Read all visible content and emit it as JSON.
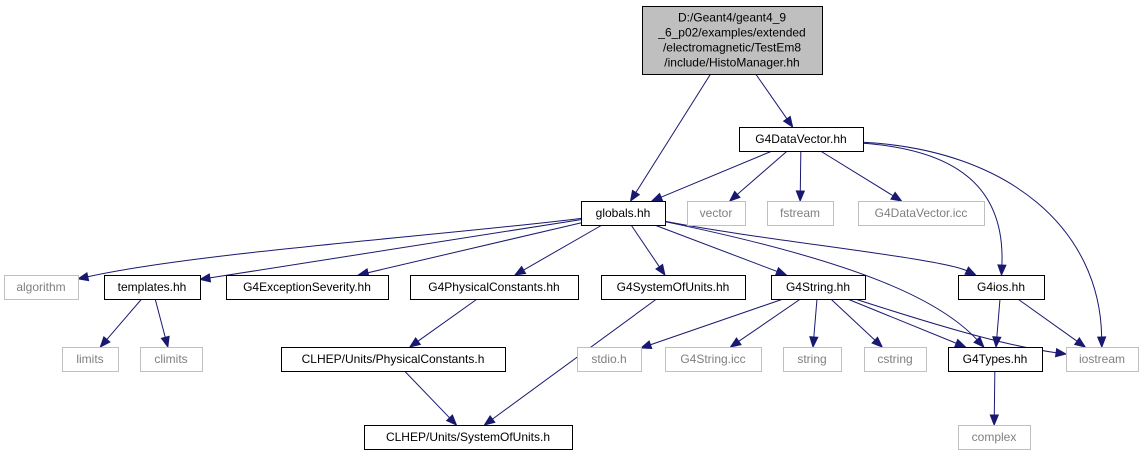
{
  "colors": {
    "root_fill": "#bfbfbf",
    "node_fill": "#ffffff",
    "node_border": "#000000",
    "external_border": "#bfbfbf",
    "external_text": "#7f7f7f",
    "edge": "#191970"
  },
  "nodes": [
    {
      "id": "histomanager",
      "kind": "root",
      "lines": [
        "D:/Geant4/geant4_9",
        "_6_p02/examples/extended",
        "/electromagnetic/TestEm8",
        "/include/HistoManager.hh"
      ]
    },
    {
      "id": "g4datavector",
      "kind": "header",
      "lines": [
        "G4DataVector.hh"
      ]
    },
    {
      "id": "globals",
      "kind": "header",
      "lines": [
        "globals.hh"
      ]
    },
    {
      "id": "vector",
      "kind": "external",
      "lines": [
        "vector"
      ]
    },
    {
      "id": "fstream",
      "kind": "external",
      "lines": [
        "fstream"
      ]
    },
    {
      "id": "g4datavector-icc",
      "kind": "external",
      "lines": [
        "G4DataVector.icc"
      ]
    },
    {
      "id": "algorithm",
      "kind": "external",
      "lines": [
        "algorithm"
      ]
    },
    {
      "id": "templates",
      "kind": "header",
      "lines": [
        "templates.hh"
      ]
    },
    {
      "id": "g4exceptionseverity",
      "kind": "header",
      "lines": [
        "G4ExceptionSeverity.hh"
      ]
    },
    {
      "id": "g4physicalconstants",
      "kind": "header",
      "lines": [
        "G4PhysicalConstants.hh"
      ]
    },
    {
      "id": "g4systemofunits",
      "kind": "header",
      "lines": [
        "G4SystemOfUnits.hh"
      ]
    },
    {
      "id": "g4string",
      "kind": "header",
      "lines": [
        "G4String.hh"
      ]
    },
    {
      "id": "g4ios",
      "kind": "header",
      "lines": [
        "G4ios.hh"
      ]
    },
    {
      "id": "limits",
      "kind": "external",
      "lines": [
        "limits"
      ]
    },
    {
      "id": "climits",
      "kind": "external",
      "lines": [
        "climits"
      ]
    },
    {
      "id": "clhep-physicalconstants",
      "kind": "header",
      "lines": [
        "CLHEP/Units/PhysicalConstants.h"
      ]
    },
    {
      "id": "stdio",
      "kind": "external",
      "lines": [
        "stdio.h"
      ]
    },
    {
      "id": "g4string-icc",
      "kind": "external",
      "lines": [
        "G4String.icc"
      ]
    },
    {
      "id": "string",
      "kind": "external",
      "lines": [
        "string"
      ]
    },
    {
      "id": "cstring",
      "kind": "external",
      "lines": [
        "cstring"
      ]
    },
    {
      "id": "g4types",
      "kind": "header",
      "lines": [
        "G4Types.hh"
      ]
    },
    {
      "id": "iostream",
      "kind": "external",
      "lines": [
        "iostream"
      ]
    },
    {
      "id": "clhep-systemofunits",
      "kind": "header",
      "lines": [
        "CLHEP/Units/SystemOfUnits.h"
      ]
    },
    {
      "id": "complex",
      "kind": "external",
      "lines": [
        "complex"
      ]
    }
  ],
  "edges": [
    [
      "histomanager",
      "globals"
    ],
    [
      "histomanager",
      "g4datavector"
    ],
    [
      "g4datavector",
      "globals"
    ],
    [
      "g4datavector",
      "vector"
    ],
    [
      "g4datavector",
      "fstream"
    ],
    [
      "g4datavector",
      "g4datavector-icc"
    ],
    [
      "g4datavector",
      "g4ios"
    ],
    [
      "g4datavector",
      "iostream"
    ],
    [
      "globals",
      "algorithm"
    ],
    [
      "globals",
      "templates"
    ],
    [
      "globals",
      "g4exceptionseverity"
    ],
    [
      "globals",
      "g4physicalconstants"
    ],
    [
      "globals",
      "g4systemofunits"
    ],
    [
      "globals",
      "g4string"
    ],
    [
      "globals",
      "g4ios"
    ],
    [
      "globals",
      "g4types"
    ],
    [
      "templates",
      "limits"
    ],
    [
      "templates",
      "climits"
    ],
    [
      "g4physicalconstants",
      "clhep-physicalconstants"
    ],
    [
      "clhep-physicalconstants",
      "clhep-systemofunits"
    ],
    [
      "g4systemofunits",
      "clhep-systemofunits"
    ],
    [
      "g4string",
      "stdio"
    ],
    [
      "g4string",
      "g4string-icc"
    ],
    [
      "g4string",
      "string"
    ],
    [
      "g4string",
      "cstring"
    ],
    [
      "g4string",
      "g4types"
    ],
    [
      "g4string",
      "iostream"
    ],
    [
      "g4ios",
      "g4types"
    ],
    [
      "g4ios",
      "iostream"
    ],
    [
      "g4types",
      "complex"
    ]
  ]
}
